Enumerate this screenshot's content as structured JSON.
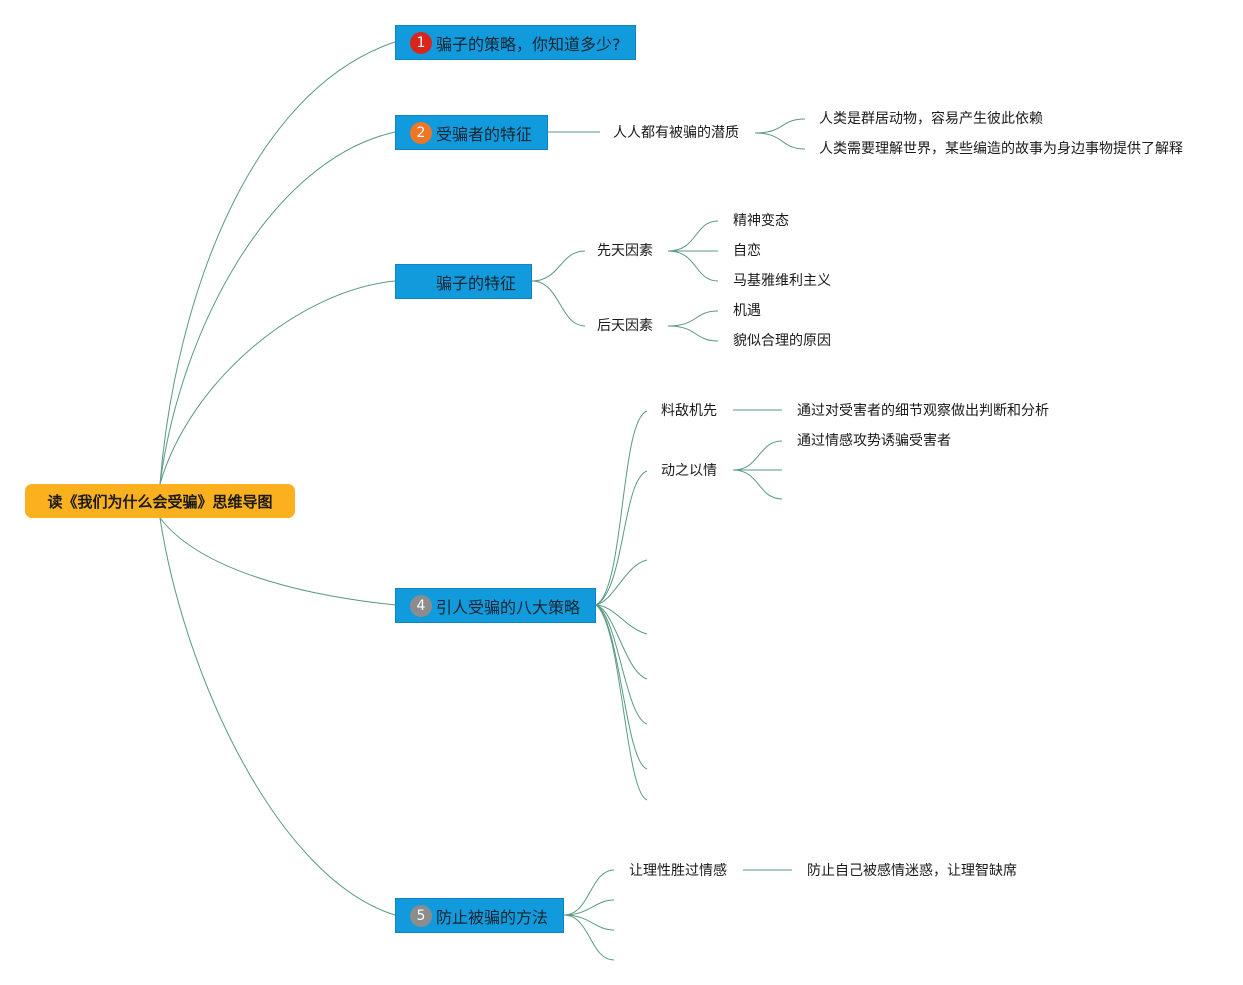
{
  "root": {
    "label": "读《我们为什么会受骗》思维导图"
  },
  "topics": [
    {
      "num": "1",
      "badge_color": "#d9261c",
      "label": "骗子的策略，你知道多少?"
    },
    {
      "num": "2",
      "badge_color": "#ee7624",
      "label": "受骗者的特征"
    },
    {
      "num": "",
      "badge_color": "",
      "label": "骗子的特征"
    },
    {
      "num": "4",
      "badge_color": "#8c8c8c",
      "label": "引人受骗的八大策略"
    },
    {
      "num": "5",
      "badge_color": "#8c8c8c",
      "label": "防止被骗的方法"
    }
  ],
  "branch2": {
    "child": "人人都有被骗的潜质",
    "leaves": [
      "人类是群居动物，容易产生彼此依赖",
      "人类需要理解世界，某些编造的故事为身边事物提供了解释"
    ]
  },
  "branch3": {
    "innate": {
      "label": "先天因素",
      "leaves": [
        "精神变态",
        "自恋",
        "马基雅维利主义"
      ]
    },
    "acquired": {
      "label": "后天因素",
      "leaves": [
        "机遇",
        "貌似合理的原因"
      ]
    }
  },
  "branch4": {
    "c1": {
      "label": "料敌机先",
      "leaf": "通过对受害者的细节观察做出判断和分析"
    },
    "c2": {
      "label": "动之以情",
      "leaf": "通过情感攻势诱骗受害者"
    }
  },
  "branch5": {
    "c1": {
      "label": "让理性胜过情感",
      "leaf": "防止自己被感情迷惑，让理智缺席"
    }
  }
}
